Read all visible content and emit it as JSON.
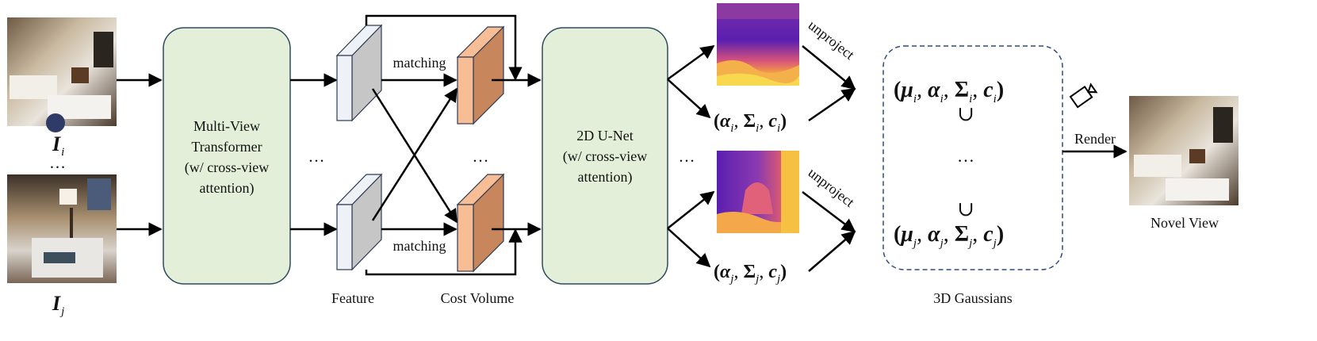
{
  "inputs": {
    "image_i_label": "I",
    "image_i_sub": "i",
    "image_j_label": "I",
    "image_j_sub": "j",
    "between_dots": "…"
  },
  "mvt": {
    "line1": "Multi-View",
    "line2": "Transformer",
    "line3": "(w/ cross-view",
    "line4": "attention)"
  },
  "dots": "…",
  "feature_label": "Feature",
  "matching_label": "matching",
  "cost_volume_label": "Cost Volume",
  "unet": {
    "line1": "2D U-Net",
    "line2": "(w/ cross-view",
    "line3": "attention)"
  },
  "unproject_label": "unproject",
  "params_i": {
    "open": "(",
    "alpha": "α",
    "comma": ", ",
    "sigma": "Σ",
    "c": "c",
    "close": ")",
    "sub": "i"
  },
  "params_j": {
    "open": "(",
    "alpha": "α",
    "comma": ", ",
    "sigma": "Σ",
    "c": "c",
    "close": ")",
    "sub": "j"
  },
  "gaussians": {
    "mu": "μ",
    "union": "∪",
    "dots": "…",
    "label": "3D Gaussians"
  },
  "render_label": "Render",
  "novel_view_label": "Novel View",
  "colors": {
    "green_box": "#e3efd8",
    "green_border": "#2e4a5e",
    "feature_front": "#eef1f6",
    "feature_side": "#c6c6c6",
    "cost_front": "#f7be95",
    "cost_side": "#c8865c",
    "dashed_border": "#2f4a86",
    "arrow": "#000000"
  },
  "icons": [
    "camera-icon"
  ]
}
